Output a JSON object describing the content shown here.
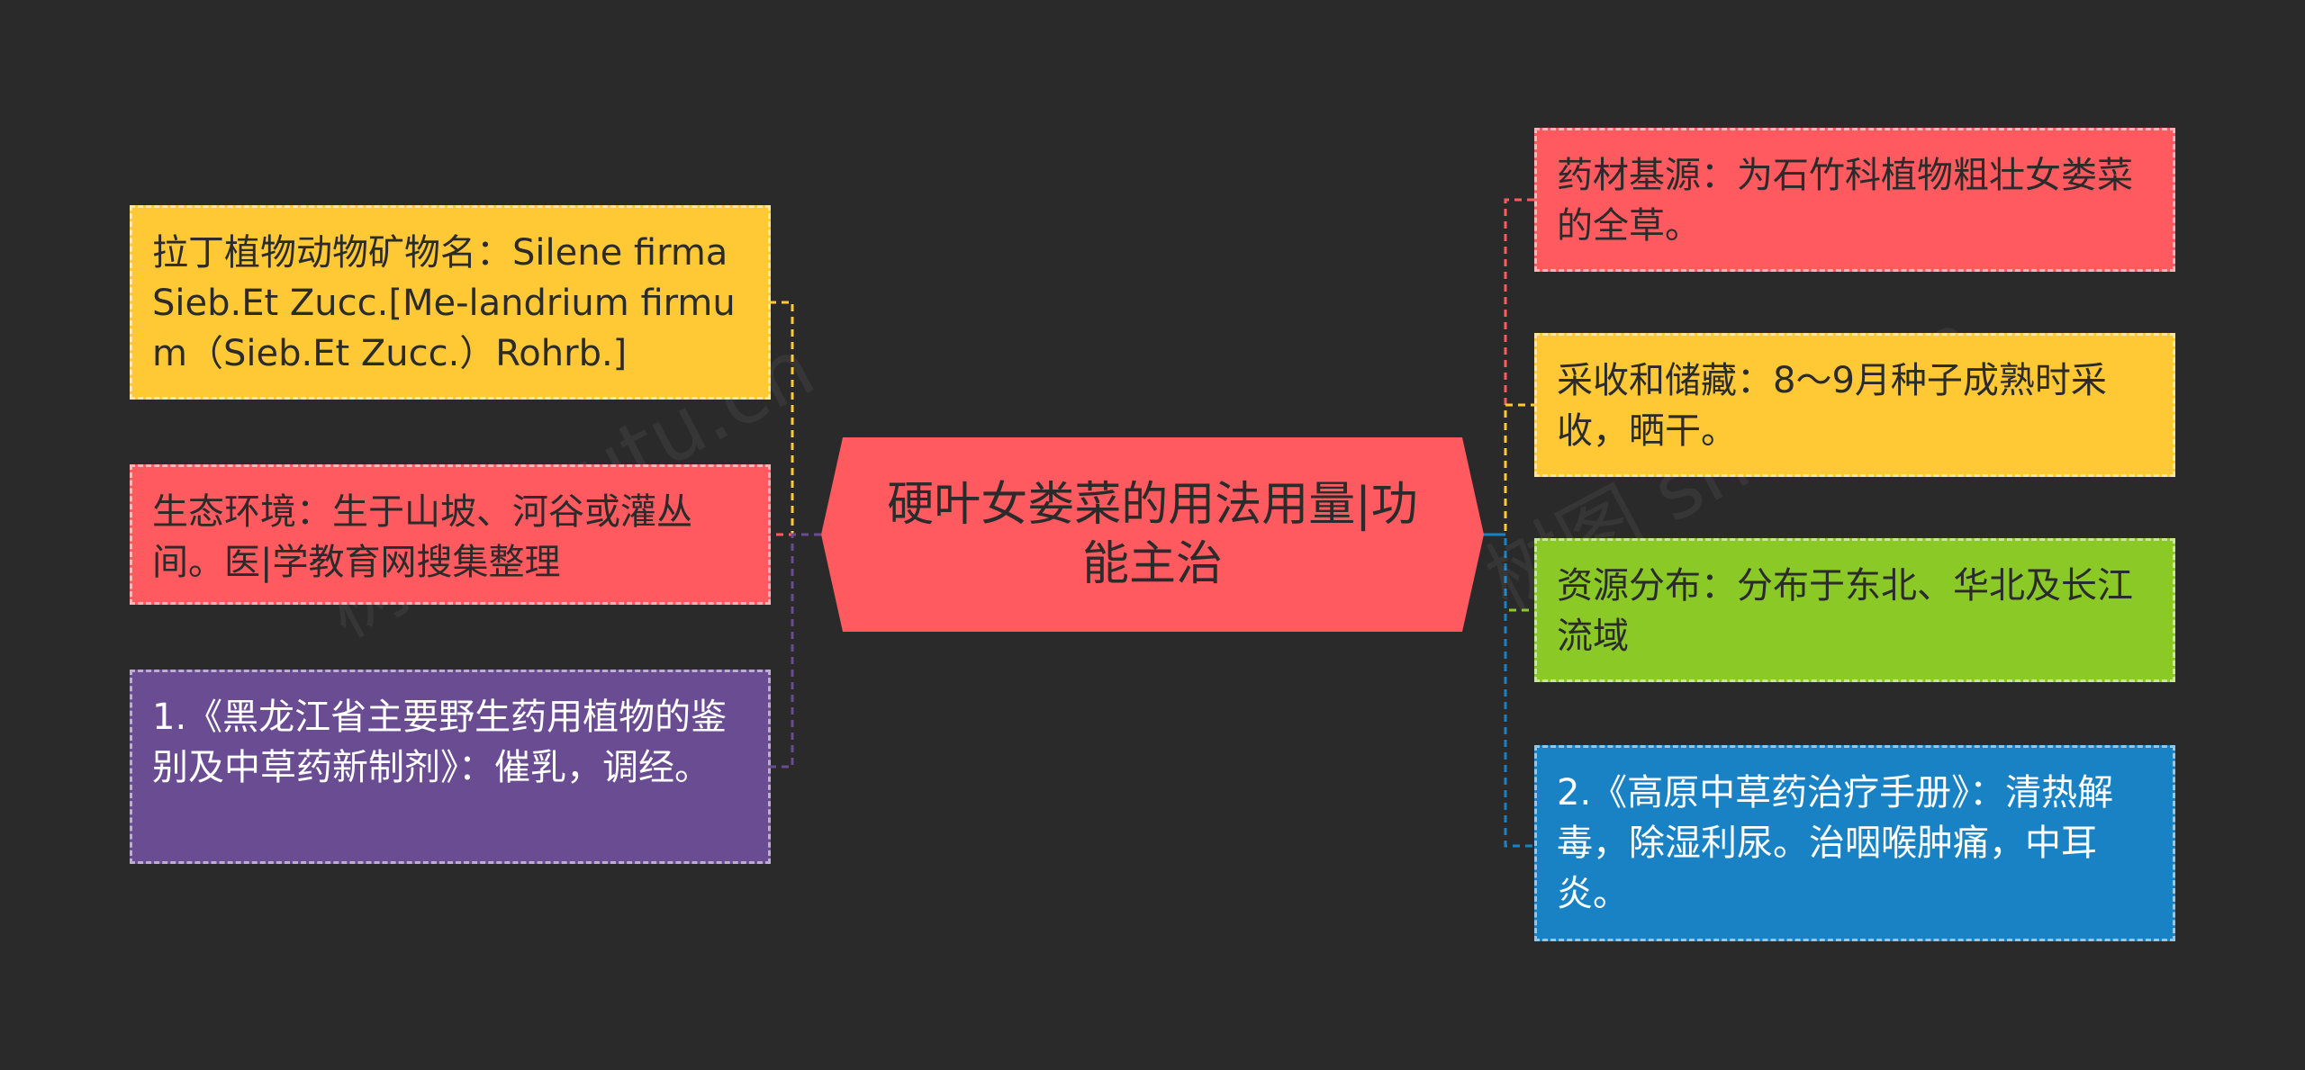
{
  "central_topic": "硬叶女娄菜的用法用量|功能主治",
  "colors": {
    "background": "#2a2a2a",
    "center": "#ff5a5f",
    "yellow": "#ffc936",
    "red": "#ff5a5f",
    "purple": "#6a4c93",
    "green": "#8ac926",
    "blue": "#1982c4"
  },
  "left_nodes": [
    {
      "text": "拉丁植物动物矿物名：Silene firma Sieb.Et Zucc.[Me-landrium firmum（Sieb.Et Zucc.）Rohrb.]",
      "color": "#ffc936"
    },
    {
      "text": "生态环境：生于山坡、河谷或灌丛间。医|学教育网搜集整理",
      "color": "#ff5a5f"
    },
    {
      "text": "1.《黑龙江省主要野生药用植物的鉴别及中草药新制剂》：催乳，调经。",
      "color": "#6a4c93"
    }
  ],
  "right_nodes": [
    {
      "text": "药材基源：为石竹科植物粗壮女娄菜的全草。",
      "color": "#ff5a5f"
    },
    {
      "text": "采收和储藏：8～9月种子成熟时采收，晒干。",
      "color": "#ffc936"
    },
    {
      "text": "资源分布：分布于东北、华北及长江流域",
      "color": "#8ac926"
    },
    {
      "text": "2.《高原中草药治疗手册》：清热解毒，除湿利尿。治咽喉肿痛，中耳炎。",
      "color": "#1982c4"
    }
  ]
}
